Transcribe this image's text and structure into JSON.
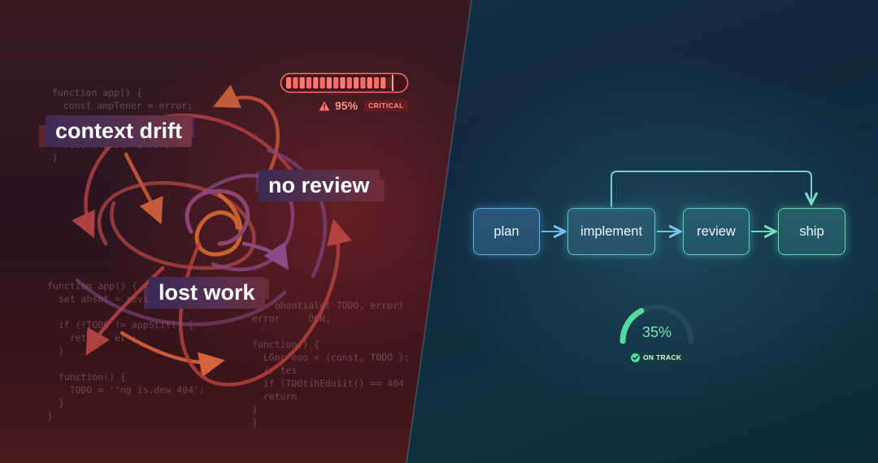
{
  "left_panel": {
    "code_snippets": [
      "function app() {\n  const ampTener = error;\n      - - ---\n\n  return suoe  error;\n}",
      "function app() {\n  set ahsot = revie\n\n  if (!TODO != appStill) {\n    return  er ;\n  }\n\n  function() {\n    TODO = '\"ng is.dew 404';\n  }\n}",
      "if  ohootiale( TODO, error)\nerror     OCN;\n\nfunction() {\n  LGnc ooo = (const, TODO );\n  // tes\n  if (TDOtihEduiit() == 404\n  return\n}\n}"
    ],
    "labels": {
      "context_drift": "context drift",
      "no_review": "no review",
      "lost_work": "lost work"
    },
    "meter": {
      "fill_percent": 95,
      "percent_text": "95%",
      "status_text": "CRITICAL",
      "icon": "warning-triangle-icon",
      "color": "#ff6b6b"
    }
  },
  "right_panel": {
    "nodes": [
      {
        "label": "plan"
      },
      {
        "label": "implement"
      },
      {
        "label": "review"
      },
      {
        "label": "ship"
      }
    ],
    "loop_edge": {
      "from": "implement",
      "to": "ship"
    },
    "gauge": {
      "percent": 35,
      "percent_text": "35%",
      "status_text": "ON TRACK",
      "icon": "checkmark-icon",
      "color": "#57d9a3"
    }
  }
}
